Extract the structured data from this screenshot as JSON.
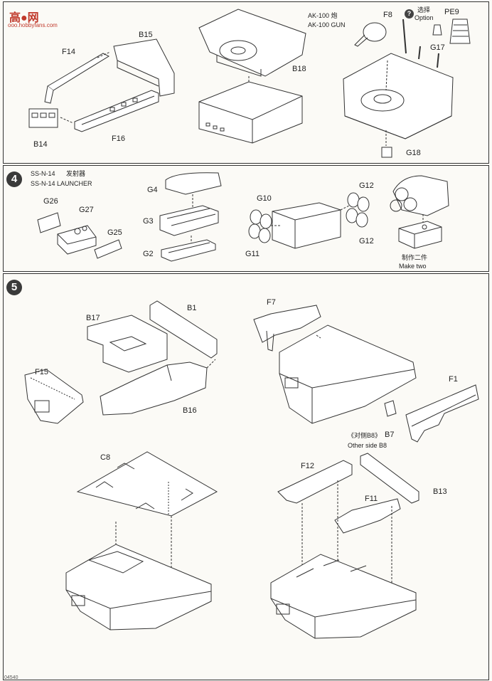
{
  "watermark": {
    "logo_text": "高●网",
    "url": "ooo.hobbyfans.com"
  },
  "step3": {
    "labels": {
      "f14": "F14",
      "b15": "B15",
      "b14": "B14",
      "f16": "F16",
      "b18": "B18",
      "ak100_cn": "AK-100 炮",
      "ak100_en": "AK-100 GUN",
      "f8": "F8",
      "option_cn": "选择",
      "option_en": "Option",
      "option_mark": "?",
      "pe9": "PE9",
      "g17": "G17",
      "g18": "G18"
    }
  },
  "step4": {
    "number": "4",
    "title_code": "SS-N-14",
    "title_cn": "发射器",
    "title_en": "SS-N-14 LAUNCHER",
    "labels": {
      "g26": "G26",
      "g27": "G27",
      "g25": "G25",
      "g4": "G4",
      "g3": "G3",
      "g2": "G2",
      "g10": "G10",
      "g11": "G11",
      "g12a": "G12",
      "g12b": "G12",
      "make_two_cn": "制作二件",
      "make_two_en": "Make two"
    }
  },
  "step5": {
    "number": "5",
    "labels": {
      "b17": "B17",
      "b1": "B1",
      "f15": "F15",
      "b16": "B16",
      "f7": "F7",
      "f1": "F1",
      "b7": "B7",
      "other_side_cn": "《对侧B8》",
      "other_side_en": "Other side B8",
      "c8": "C8",
      "f12": "F12",
      "b13": "B13",
      "f11": "F11"
    }
  },
  "footer": {
    "text": "04540"
  }
}
